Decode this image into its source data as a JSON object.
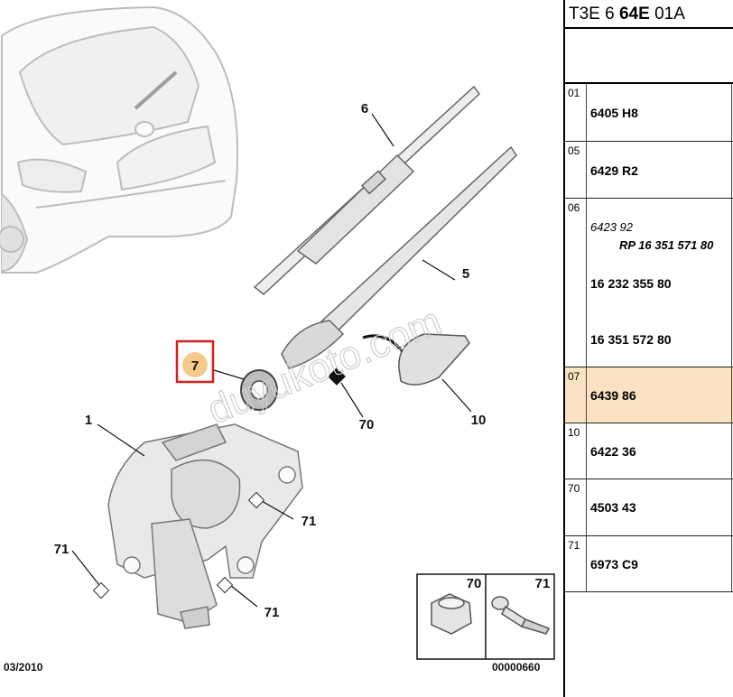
{
  "header": {
    "part1": "T3E 6 ",
    "part2": "64E",
    "part3": " 01A"
  },
  "rows": [
    {
      "index": "01",
      "refs": [
        "6405 H8"
      ],
      "selected": false
    },
    {
      "index": "05",
      "refs": [
        "6429 R2"
      ],
      "selected": false
    },
    {
      "index": "06",
      "refs": [
        "6423 92",
        "RP 16 351 571 80",
        "16 232 355 80",
        "16 351 572 80"
      ],
      "selected": false
    },
    {
      "index": "07",
      "refs": [
        "6439 86"
      ],
      "selected": true
    },
    {
      "index": "10",
      "refs": [
        "6422 36"
      ],
      "selected": false
    },
    {
      "index": "70",
      "refs": [
        "4503 43"
      ],
      "selected": false
    },
    {
      "index": "71",
      "refs": [
        "6973 C9"
      ],
      "selected": false
    }
  ],
  "callouts": {
    "c1": "1",
    "c5": "5",
    "c6": "6",
    "c7": "7",
    "c10": "10",
    "c70": "70",
    "c71a": "71",
    "c71b": "71",
    "c71c": "71",
    "legend70": "70",
    "legend71": "71"
  },
  "watermark": "duyukoto.com",
  "footer": {
    "date": "03/2010",
    "code": "00000660"
  },
  "colors": {
    "highlight": "#fbe2c2",
    "callout_box": "#d61f1f",
    "callout_dot": "#f7c98a"
  }
}
